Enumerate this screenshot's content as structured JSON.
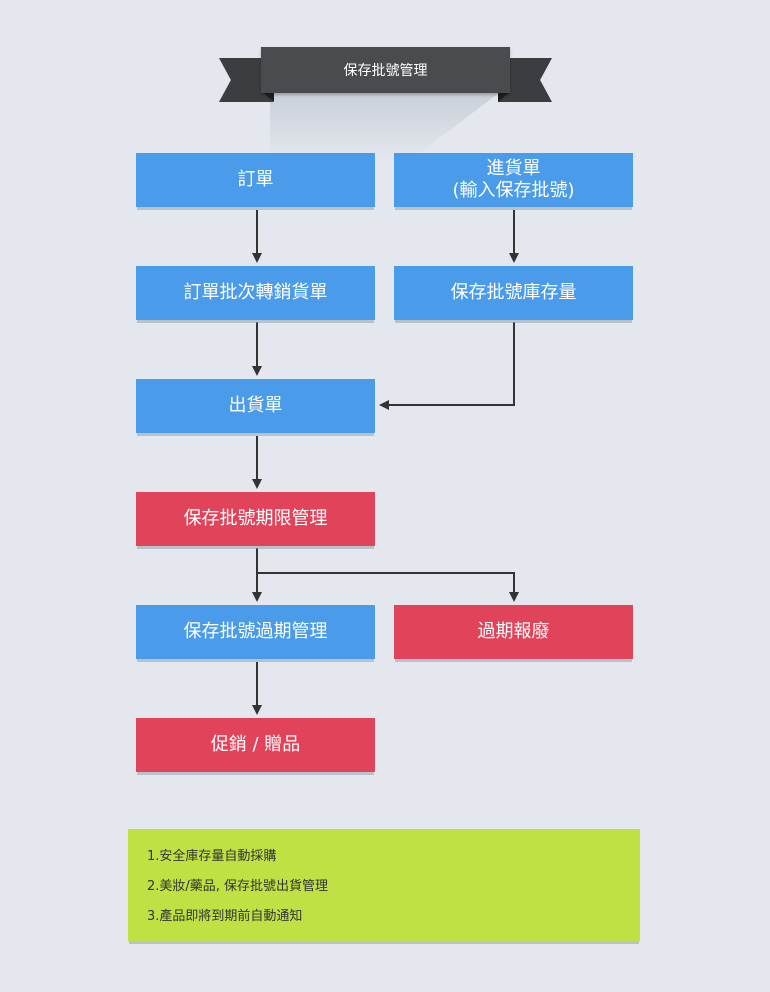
{
  "banner": {
    "title": "保存批號管理"
  },
  "boxes": {
    "order": "訂單",
    "purchase_line1": "進貨單",
    "purchase_line2": "(輸入保存批號)",
    "order_batch": "訂單批次轉銷貨單",
    "batch_stock": "保存批號庫存量",
    "shipping": "出貨單",
    "expiry_mgmt": "保存批號期限管理",
    "overdue_mgmt": "保存批號過期管理",
    "scrap": "過期報廢",
    "promo": "促銷 / 贈品"
  },
  "notes": {
    "items": [
      "1.安全庫存量自動採購",
      "2.美妝/藥品, 保存批號出貨管理",
      "3.產品即將到期前自動通知"
    ]
  },
  "colors": {
    "background": "#e4e8ee",
    "banner": "#4a4b4f",
    "blue": "#4a9be9",
    "red": "#e1435a",
    "notes": "#bfe144",
    "connector": "#333333"
  }
}
